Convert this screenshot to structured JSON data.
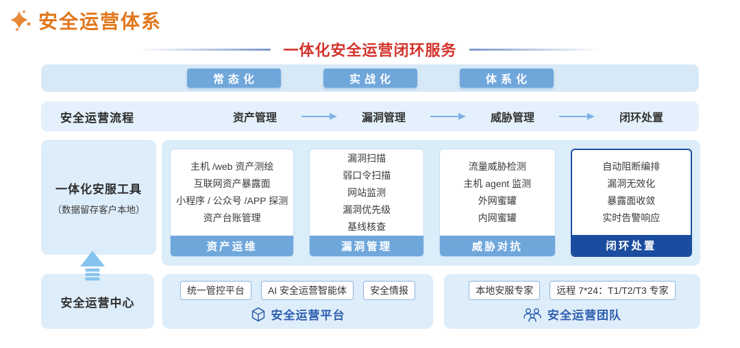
{
  "header": {
    "title": "安全运营体系"
  },
  "banner": {
    "title": "一体化安全运营闭环服务"
  },
  "modes": [
    "常态化",
    "实战化",
    "体系化"
  ],
  "flow": {
    "label": "安全运营流程",
    "steps": [
      "资产管理",
      "漏洞管理",
      "威胁管理",
      "闭环处置"
    ]
  },
  "tools": {
    "label_line1": "一体化安服工具",
    "label_line2": "（数据留存客户本地）",
    "cards": [
      {
        "items": [
          "主机 /web 资产测绘",
          "互联网资产暴露面",
          "小程序 / 公众号 /APP 探测",
          "资产台账管理"
        ],
        "footer": "资产运维"
      },
      {
        "items": [
          "漏洞扫描",
          "弱口令扫描",
          "网站监测",
          "漏洞优先级",
          "基线核查"
        ],
        "footer": "漏洞管理"
      },
      {
        "items": [
          "流量威胁检测",
          "主机 agent 监测",
          "外网蜜罐",
          "内网蜜罐"
        ],
        "footer": "威胁对抗"
      },
      {
        "items": [
          "自动阻断编排",
          "漏洞无效化",
          "暴露面收敛",
          "实时告警响应"
        ],
        "footer": "闭环处置"
      }
    ]
  },
  "center": {
    "label": "安全运营中心",
    "platform": {
      "buttons": [
        "统一管控平台",
        "AI 安全运营智能体",
        "安全情报"
      ],
      "caption": "安全运营平台"
    },
    "team": {
      "buttons": [
        "本地安服专家",
        "远程 7*24：T1/T2/T3 专家"
      ],
      "caption": "安全运营团队"
    }
  },
  "icons": {
    "logo": "spark-flower-icon",
    "platform": "hexagon-platform-icon",
    "team": "team-people-icon",
    "up": "up-arrow-icon",
    "flow": "right-arrow-icon"
  },
  "colors": {
    "accent_orange": "#E1761A",
    "accent_red": "#D3332C",
    "mid_blue": "#6FA7DB",
    "dark_blue": "#1A4C9F",
    "panel_blue": "#DEEDFA",
    "caption_blue": "#2E5FAE",
    "arrow_blue": "#86C3EE"
  }
}
